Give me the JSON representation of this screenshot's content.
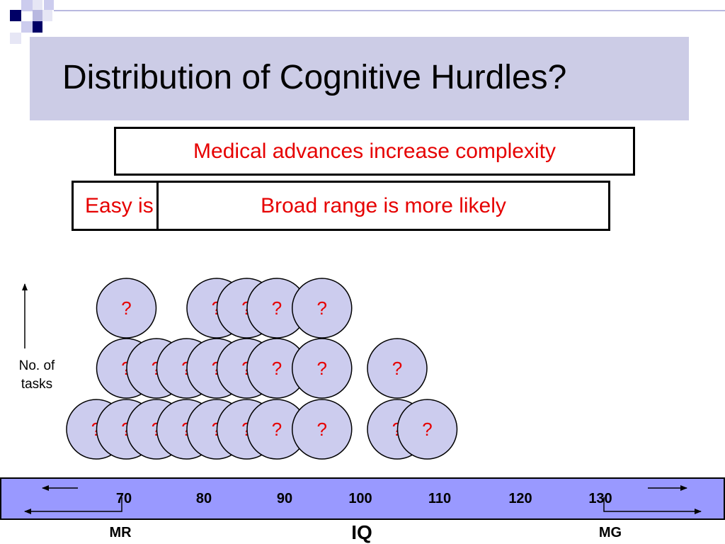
{
  "title": "Distribution of Cognitive Hurdles?",
  "boxes": {
    "medical": "Medical advances increase complexity",
    "easy": "Easy is",
    "broad": "Broad range is more likely"
  },
  "y_axis_label": [
    "No. of",
    "tasks"
  ],
  "circle_symbol": "?",
  "stacks": [
    {
      "iq": 70,
      "count": 1
    },
    {
      "iq": 75,
      "count": 3
    },
    {
      "iq": 80,
      "count": 2
    },
    {
      "iq": 85,
      "count": 2
    },
    {
      "iq": 90,
      "count": 3
    },
    {
      "iq": 95,
      "count": 3
    },
    {
      "iq": 100,
      "count": 3
    },
    {
      "iq": 107.5,
      "count": 3
    },
    {
      "iq": 120,
      "count": 2
    },
    {
      "iq": 125,
      "count": 1
    }
  ],
  "x_axis": {
    "ticks": [
      "70",
      "80",
      "90",
      "100",
      "110",
      "120",
      "130"
    ],
    "label": "IQ",
    "left_label": "MR",
    "right_label": "MG"
  },
  "colors": {
    "title_band": "#cccce6",
    "axis_band": "#9999ff",
    "circle_fill": "#ccccee",
    "question_mark": "#e60000",
    "box_text": "#e60000"
  }
}
